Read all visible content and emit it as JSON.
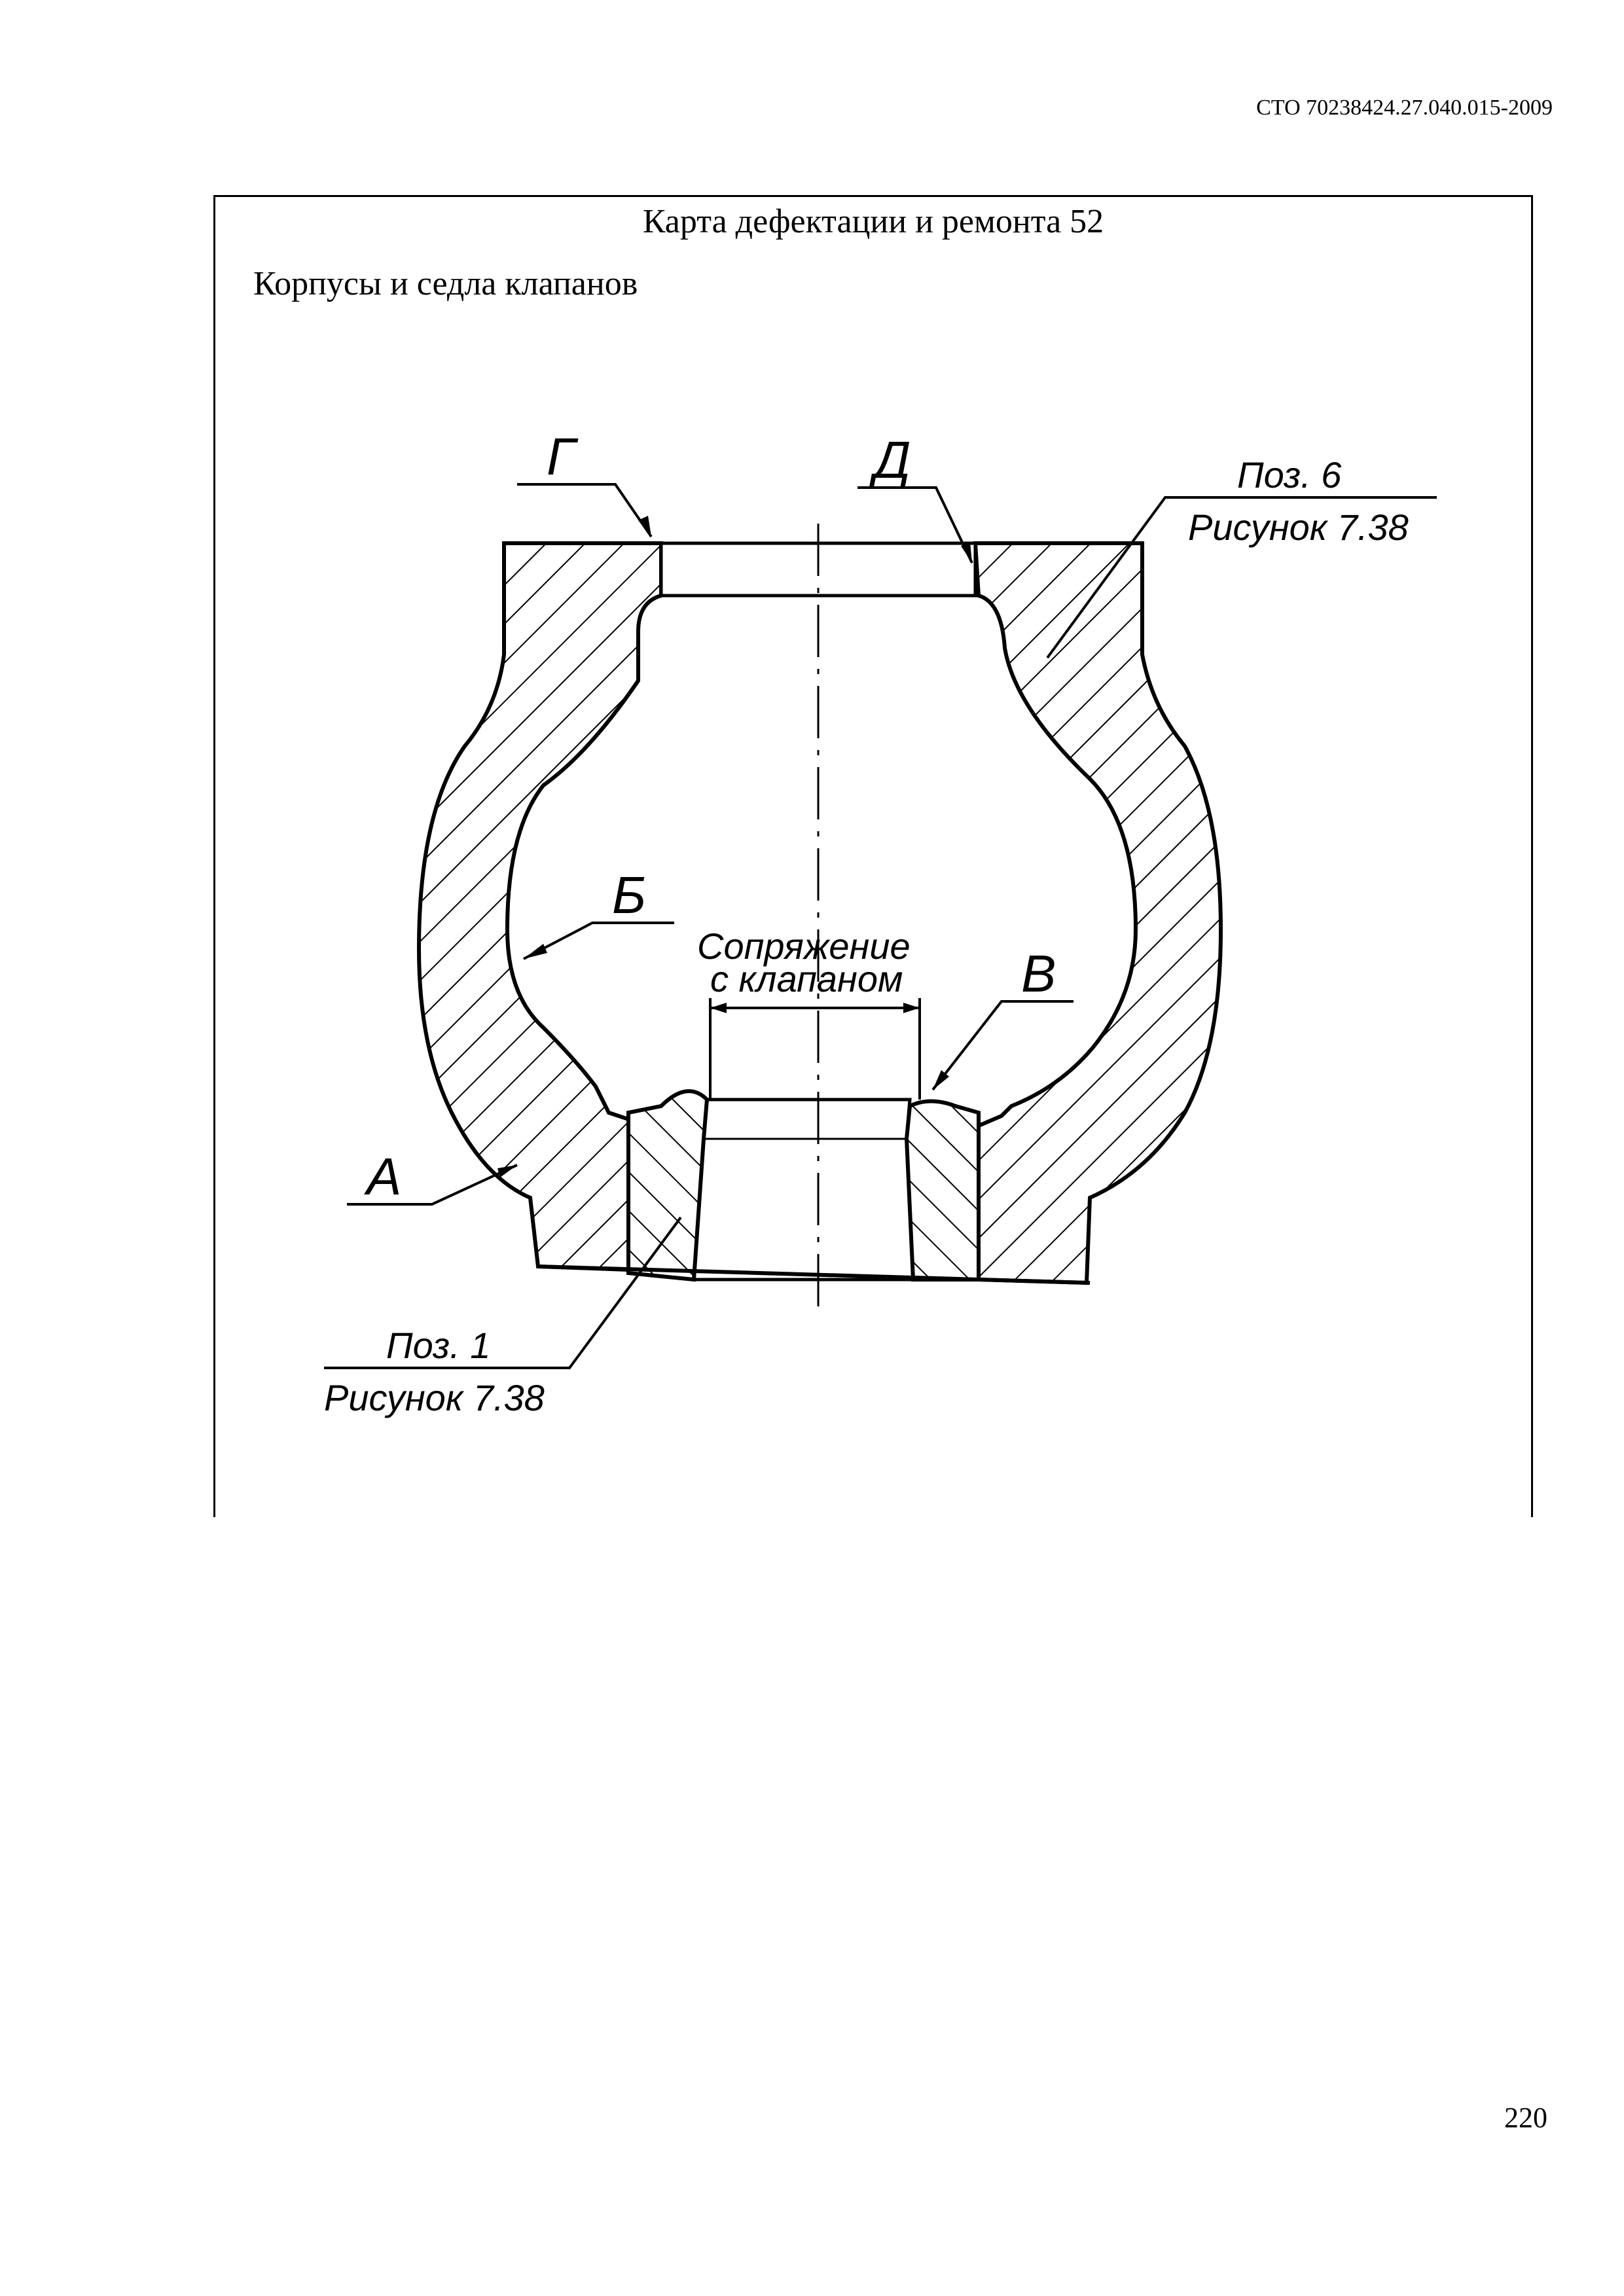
{
  "header": {
    "doc_code": "СТО 70238424.27.040.015-2009"
  },
  "card": {
    "title": "Карта дефектации и ремонта 52",
    "subtitle": "Корпусы и седла клапанов"
  },
  "figure": {
    "labels": {
      "g": "Г",
      "d": "Д",
      "b": "Б",
      "v": "В",
      "a": "А",
      "mating_line1": "Сопряжение",
      "mating_line2": "с клапаном",
      "pos6_line1": "Поз. 6",
      "pos6_line2": "Рисунок 7.38",
      "pos1_line1": "Поз. 1",
      "pos1_line2": "Рисунок 7.38"
    }
  },
  "footer": {
    "page_number": "220"
  }
}
